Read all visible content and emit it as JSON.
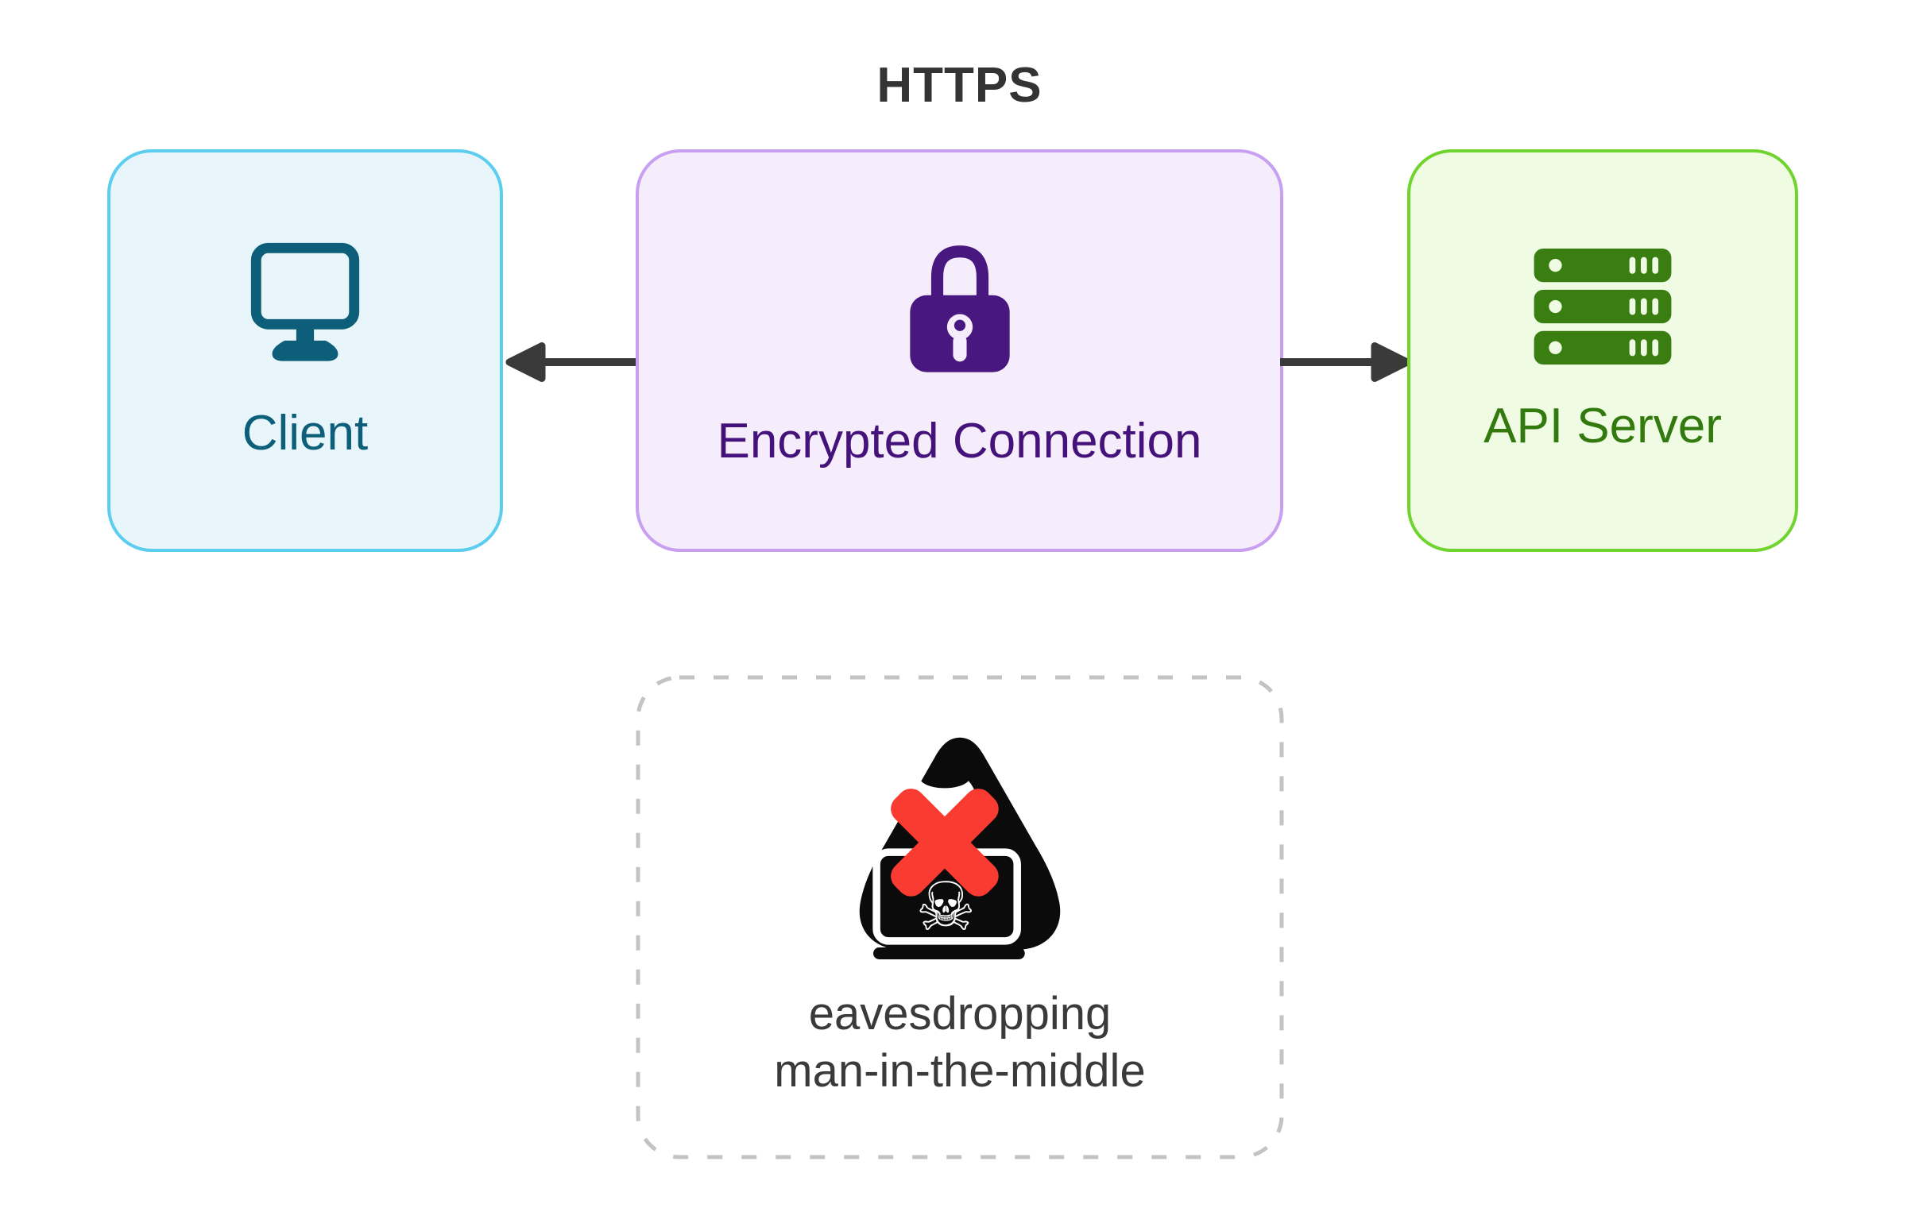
{
  "title": "HTTPS",
  "nodes": {
    "client": {
      "label": "Client",
      "icon": "monitor"
    },
    "encrypted_connection": {
      "label": "Encrypted Connection",
      "icon": "padlock"
    },
    "api_server": {
      "label": "API Server",
      "icon": "server-stack"
    },
    "mitm": {
      "label_line1": "eavesdropping",
      "label_line2": "man-in-the-middle",
      "icon": "hooded-hacker-with-laptop-blocked",
      "skull_glyph": "☠"
    }
  },
  "arrows": [
    {
      "from": "encrypted_connection",
      "to": "client",
      "direction": "left"
    },
    {
      "from": "encrypted_connection",
      "to": "api_server",
      "direction": "right"
    }
  ],
  "colors": {
    "title_fg": "#333333",
    "client_bg": "#e8f6fc",
    "client_border": "#5bcdef",
    "client_fg": "#0d5e78",
    "encrypted_bg": "#f6edfc",
    "encrypted_border": "#c89ff1",
    "encrypted_icon": "#48177f",
    "encrypted_fg": "#44127a",
    "api_bg": "#f0fbe4",
    "api_border": "#70d42e",
    "api_fg": "#32790e",
    "arrow": "#3a3a3a",
    "mitm_dash_border": "#c3c3c3",
    "mitm_fg": "#3a3a3a",
    "hacker_body": "#0b0b0b",
    "blocked_x": "#f93b32"
  }
}
